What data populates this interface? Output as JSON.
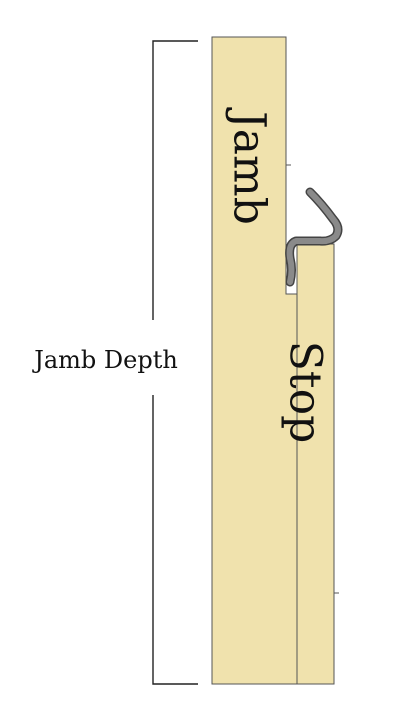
{
  "labels": {
    "jamb": "Jamb",
    "stop": "Stop",
    "jamb_depth": "Jamb Depth"
  },
  "colors": {
    "wood_fill": "#f0e2ad",
    "outline": "#555555",
    "weatherstrip_fill": "#8a8a8a",
    "weatherstrip_stroke": "#444444",
    "bracket": "#222222",
    "text": "#111111"
  }
}
